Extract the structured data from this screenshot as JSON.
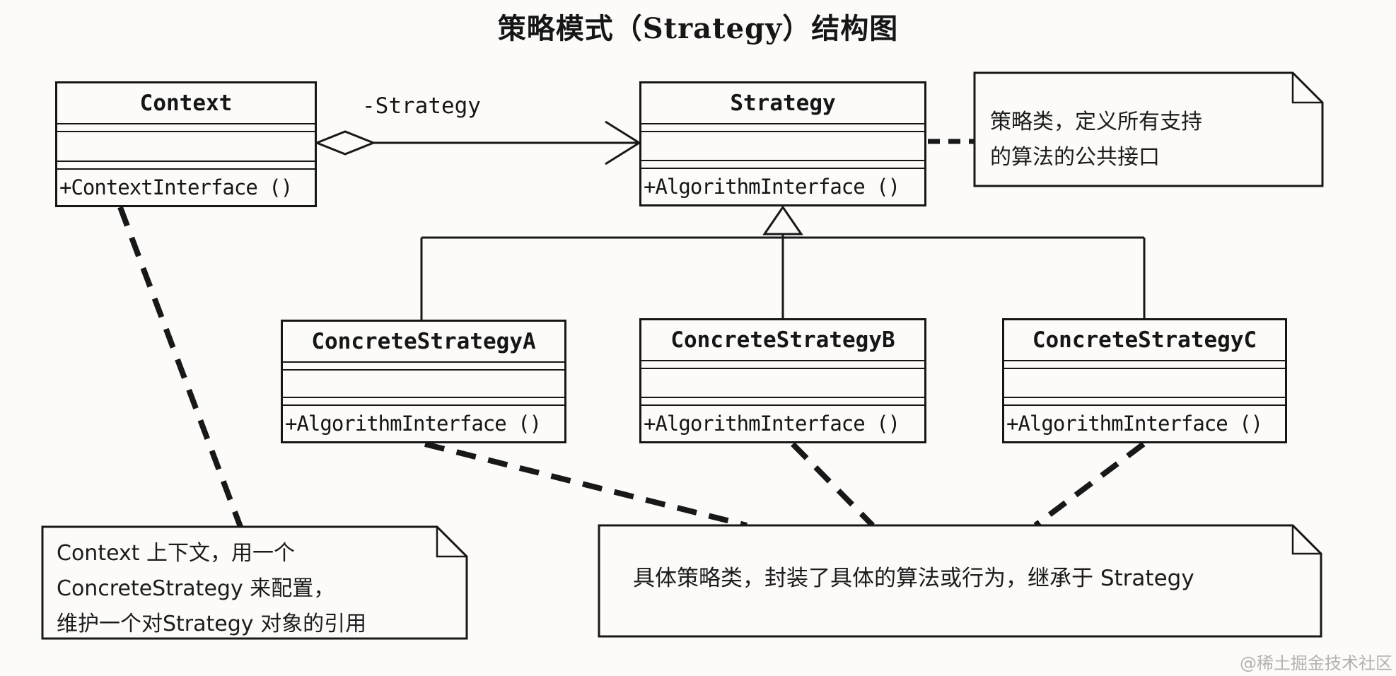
{
  "title": "策略模式（Strategy）结构图",
  "classes": [
    {
      "name": "Context",
      "method": "+ContextInterface ()"
    },
    {
      "name": "Strategy",
      "method": "+AlgorithmInterface ()"
    },
    {
      "name": "ConcreteStrategyA",
      "method": "+AlgorithmInterface ()"
    },
    {
      "name": "ConcreteStrategyB",
      "method": "+AlgorithmInterface ()"
    },
    {
      "name": "ConcreteStrategyC",
      "method": "+AlgorithmInterface ()"
    }
  ],
  "relationships": {
    "aggregation_label": "-Strategy"
  },
  "notes": {
    "strategy": {
      "lines": [
        "策略类，定义所有支持",
        "的算法的公共接口"
      ]
    },
    "context": {
      "lines": [
        "Context 上下文，用一个",
        "ConcreteStrategy 来配置，",
        "维护一个对Strategy 对象的引用"
      ]
    },
    "concrete": {
      "lines": [
        "具体策略类，封装了具体的算法或行为，继承于 Strategy"
      ]
    }
  },
  "watermark": "@稀土掘金技术社区",
  "colors": {
    "line": "#181818",
    "background": "#fcfbf9",
    "watermark": "#b4b2af"
  }
}
